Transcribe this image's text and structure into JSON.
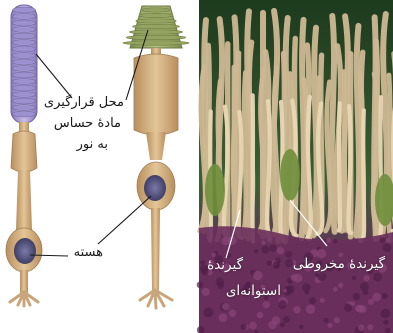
{
  "labels": {
    "receptor_site": [
      "محل قرارگیری",
      "مادهٔ حساس",
      "به نور"
    ],
    "nucleus": "هسته",
    "cone_cell": "گیرندهٔ مخروطی",
    "rod_cell": [
      "گیرندهٔ",
      "استوانه‌ای"
    ]
  },
  "colors": {
    "cell_body": "#d9b88a",
    "rod_segment": "#b8a9d6",
    "cone_segment": "#9aa86a",
    "nucleus": "#6d6b94",
    "photo_bg": "#2d4f2a",
    "photo_base": "#6a2f5c"
  }
}
